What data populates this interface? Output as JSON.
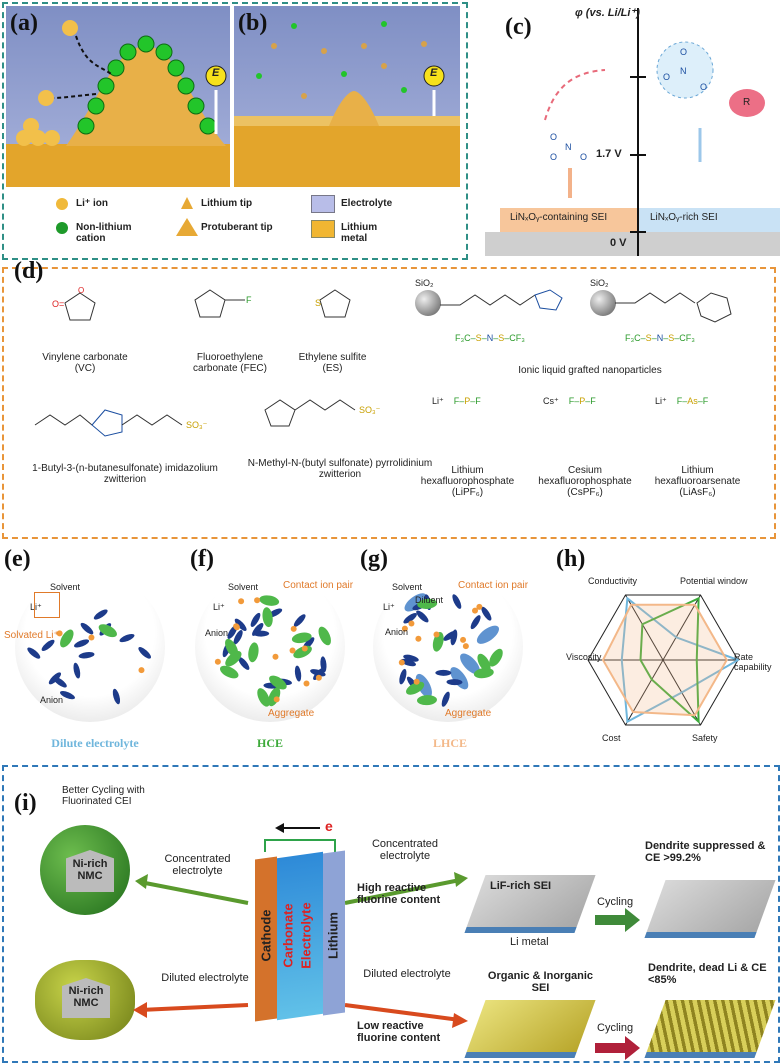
{
  "panels": {
    "a": "(a)",
    "b": "(b)",
    "c": "(c)",
    "d": "(d)",
    "e": "(e)",
    "f": "(f)",
    "g": "(g)",
    "h": "(h)",
    "i": "(i)"
  },
  "ab": {
    "field_label": "E",
    "legend": [
      {
        "key": "li_ion",
        "text": "Li⁺ ion"
      },
      {
        "key": "non_li",
        "text": "Non-lithium cation"
      },
      {
        "key": "li_tip",
        "text": "Lithium tip"
      },
      {
        "key": "protuberant",
        "text": "Protuberant tip"
      },
      {
        "key": "electrolyte",
        "text": "Electrolyte"
      },
      {
        "key": "li_metal",
        "text": "Lithium metal"
      }
    ]
  },
  "c": {
    "axis_label": "φ (vs. Li/Li⁺)",
    "tick_17": "1.7 V",
    "tick_0": "0 V",
    "sei_left": "LiNₓOᵧ-containing SEI",
    "sei_right": "LiNₓOᵧ-rich SEI",
    "r_label": "R"
  },
  "d": {
    "molecules": [
      {
        "name": "Vinylene carbonate (VC)"
      },
      {
        "name": "Fluoroethylene carbonate (FEC)"
      },
      {
        "name": "Ethylene sulfite (ES)"
      },
      {
        "name": "Ionic liquid grafted nanoparticles"
      },
      {
        "name": "1-Butyl-3-(n-butanesulfonate) imidazolium zwitterion"
      },
      {
        "name": "N-Methyl-N-(butyl sulfonate) pyrrolidinium zwitterion"
      },
      {
        "name": "Lithium hexafluorophosphate (LiPF₆)"
      },
      {
        "name": "Cesium hexafluorophosphate (CsPF₆)"
      },
      {
        "name": "Lithium hexafluoroarsenate (LiAsF₆)"
      }
    ],
    "sio2": "SiO₂"
  },
  "efg": {
    "e": {
      "caption": "Dilute electrolyte",
      "solvent": "Solvent",
      "li": "Li⁺",
      "anion": "Anion",
      "solvated": "Solvated Li⁺"
    },
    "f": {
      "caption": "HCE",
      "solvent": "Solvent",
      "li": "Li⁺",
      "anion": "Anion",
      "cip": "Contact ion pair",
      "agg": "Aggregate"
    },
    "g": {
      "caption": "LHCE",
      "solvent": "Solvent",
      "li": "Li⁺",
      "anion": "Anion",
      "diluent": "Diluent",
      "cip": "Contact ion pair",
      "agg": "Aggregate"
    },
    "colors": {
      "e": "#6fb6dc",
      "f": "#3daa3a",
      "g": "#f3b889"
    }
  },
  "h": {
    "axes": [
      "Conductivity",
      "Potential window",
      "Rate capability",
      "Safety",
      "Cost",
      "Viscosity"
    ],
    "series": [
      {
        "color": "#6fb6dc",
        "values": [
          0.95,
          0.35,
          1.0,
          0.5,
          0.95,
          0.55
        ]
      },
      {
        "color": "#3daa3a",
        "values": [
          0.55,
          0.95,
          0.45,
          0.95,
          0.3,
          0.3
        ]
      },
      {
        "color": "#f3b889",
        "values": [
          0.85,
          0.85,
          0.85,
          0.85,
          0.8,
          0.8
        ]
      }
    ]
  },
  "i": {
    "title": "Better Cycling with Fluorinated CEI",
    "nmc": "Ni-rich NMC",
    "conc_left": "Concentrated electrolyte",
    "dil_left": "Diluted electrolyte",
    "e_label": "e",
    "cathode": "Cathode",
    "carbonate": "Carbonate",
    "electrolyte": "Electrolyte",
    "lithium": "Lithium",
    "conc_right": "Concentrated electrolyte",
    "high_f": "High reactive fluorine content",
    "dil_right": "Diluted electrolyte",
    "low_f": "Low reactive fluorine content",
    "lif_sei": "LiF-rich SEI",
    "li_metal": "Li metal",
    "org_sei": "Organic & Inorganic SEI",
    "cycling": "Cycling",
    "dendrite_sup": "Dendrite suppressed & CE >99.2%",
    "dendrite_dead": "Dendrite, dead Li & CE <85%"
  }
}
